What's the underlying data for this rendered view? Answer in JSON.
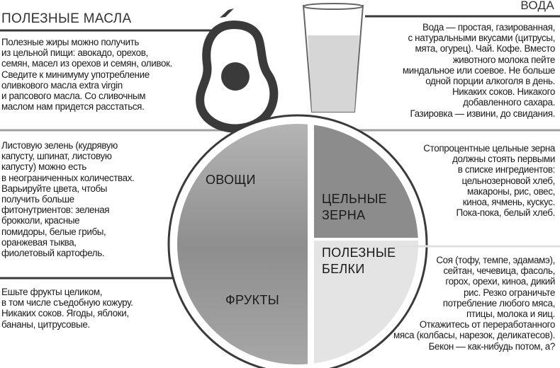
{
  "oils": {
    "title": "ПОЛЕЗНЫЕ МАСЛА",
    "text": "Полезные жиры можно получить\nиз цельной пищи: авокадо, орехов,\nсемян, масел из орехов и семян, оливок.\nСведите к минимуму употребление\nоливкового масла extra virgin\nи рапсового масла. Со сливочным\nмаслом нам придется расстаться."
  },
  "water": {
    "title": "ВОДА",
    "text": "Вода — простая, газированная,\nс натуральными вкусами (цитрусы,\nмята, огурец). Чай. Кофе. Вместо\nживотного молока пейте\nминдальное или соевое. Не больше\nодной порции алкоголя в день.\nНикаких соков. Никакого\nдобавленного сахара.\nГазировка — извини, до свидания."
  },
  "vegetables": {
    "label": "ОВОЩИ",
    "text": "Листовую зелень (кудрявую\nкапусту, шпинат, листовую\nкапусту) можно есть\nв неограниченных количествах.\nВарьируйте цвета, чтобы\nполучить больше\nфитонутриентов: зеленая\nброкколи, красные\nпомидоры, белые грибы,\nоранжевая тыква,\nфиолетовый картофель."
  },
  "fruits": {
    "label": "ФРУКТЫ",
    "text": "Ешьте фрукты целиком,\nв том числе съедобную кожуру.\nНикаких соков. Ягоды, яблоки,\nбананы, цитрусовые."
  },
  "grains": {
    "label": "ЦЕЛЬНЫЕ\nЗЕРНА",
    "text": "Стопроцентные цельные зерна\nдолжны стоять первыми\nв списке ингредиентов:\nцельнозерновой хлеб,\nмакароны, рис, овес,\nкиноа, ячмень, кускус.\nПока-пока, белый хлеб."
  },
  "proteins": {
    "label": "ПОЛЕЗНЫЕ\nБЕЛКИ",
    "text": "Соя (тофу, темпе, эдамамэ),\nсейтан, чечевица, фасоль,\nгорох, орехи, киноа, дикий\nрис. Резко ограничьте\nпотребление любого мяса,\nптицы, молока и яиц.\nОткажитесь от переработанного\nмяса (колбасы, нарезок, деликатесов).\nБекон — как-нибудь потом, а?"
  },
  "colors": {
    "dark": "#3a3a3a",
    "grains": "#8c8c8c",
    "proteins": "#e4e4e4",
    "water": "#d6d6d6"
  }
}
